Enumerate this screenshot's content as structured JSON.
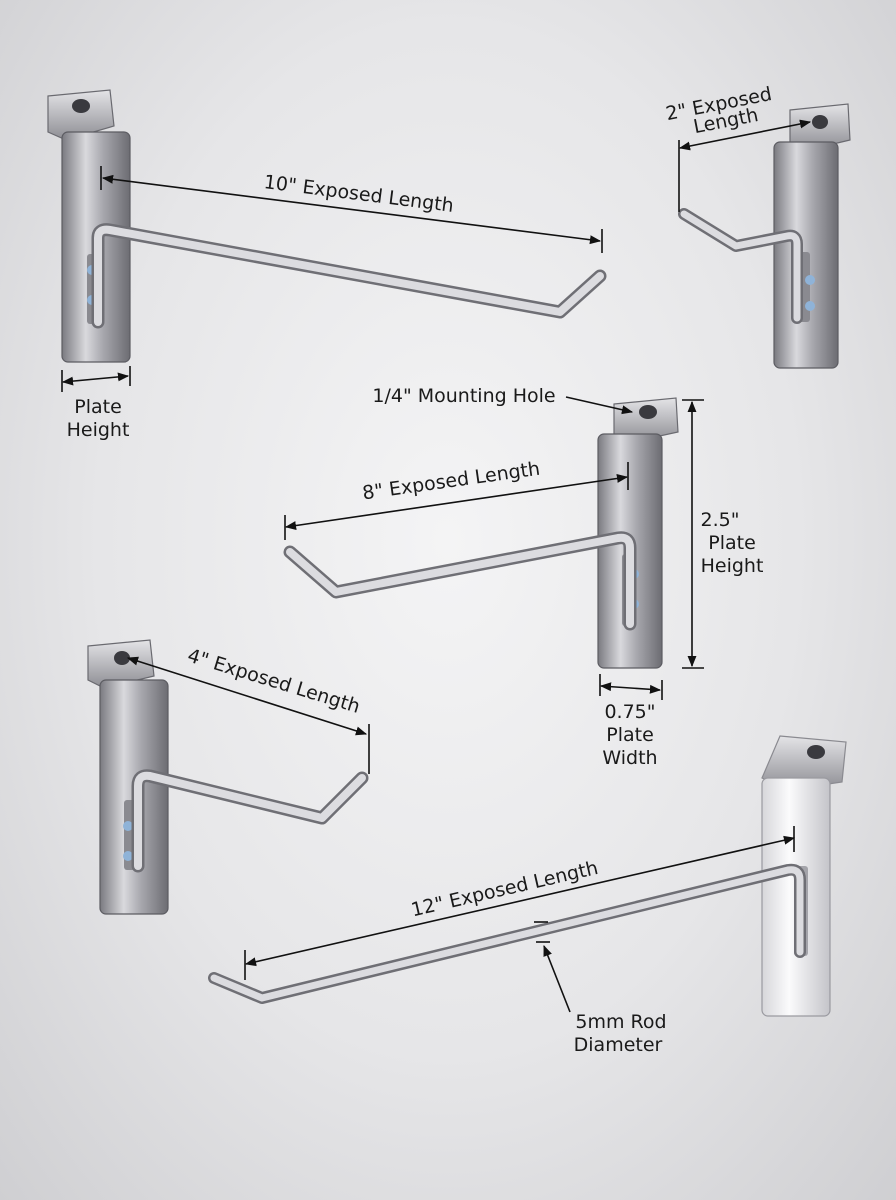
{
  "hooks": [
    {
      "id": "hook-10in",
      "exposed_label": "10\" Exposed Length",
      "length_in": 10
    },
    {
      "id": "hook-2in",
      "exposed_label_line1": "2\" Exposed",
      "exposed_label_line2": "Length",
      "length_in": 2
    },
    {
      "id": "hook-8in",
      "exposed_label": "8\" Exposed Length",
      "length_in": 8
    },
    {
      "id": "hook-4in",
      "exposed_label": "4\" Exposed Length",
      "length_in": 4
    },
    {
      "id": "hook-12in",
      "exposed_label": "12\" Exposed Length",
      "length_in": 12
    }
  ],
  "labels": {
    "plate_height_1": "Plate",
    "plate_height_2": "Height",
    "mounting_hole": "1/4\" Mounting Hole",
    "plate_height_value": "2.5\"",
    "plate_height_value_2": "Plate",
    "plate_height_value_3": "Height",
    "plate_width_value": "0.75\"",
    "plate_width_2": "Plate",
    "plate_width_3": "Width",
    "rod_diameter_1": "5mm Rod",
    "rod_diameter_2": "Diameter"
  },
  "colors": {
    "chrome_light": "#f2f2f4",
    "chrome_mid": "#b9b9be",
    "chrome_dark": "#6f6f75",
    "line": "#111111"
  }
}
